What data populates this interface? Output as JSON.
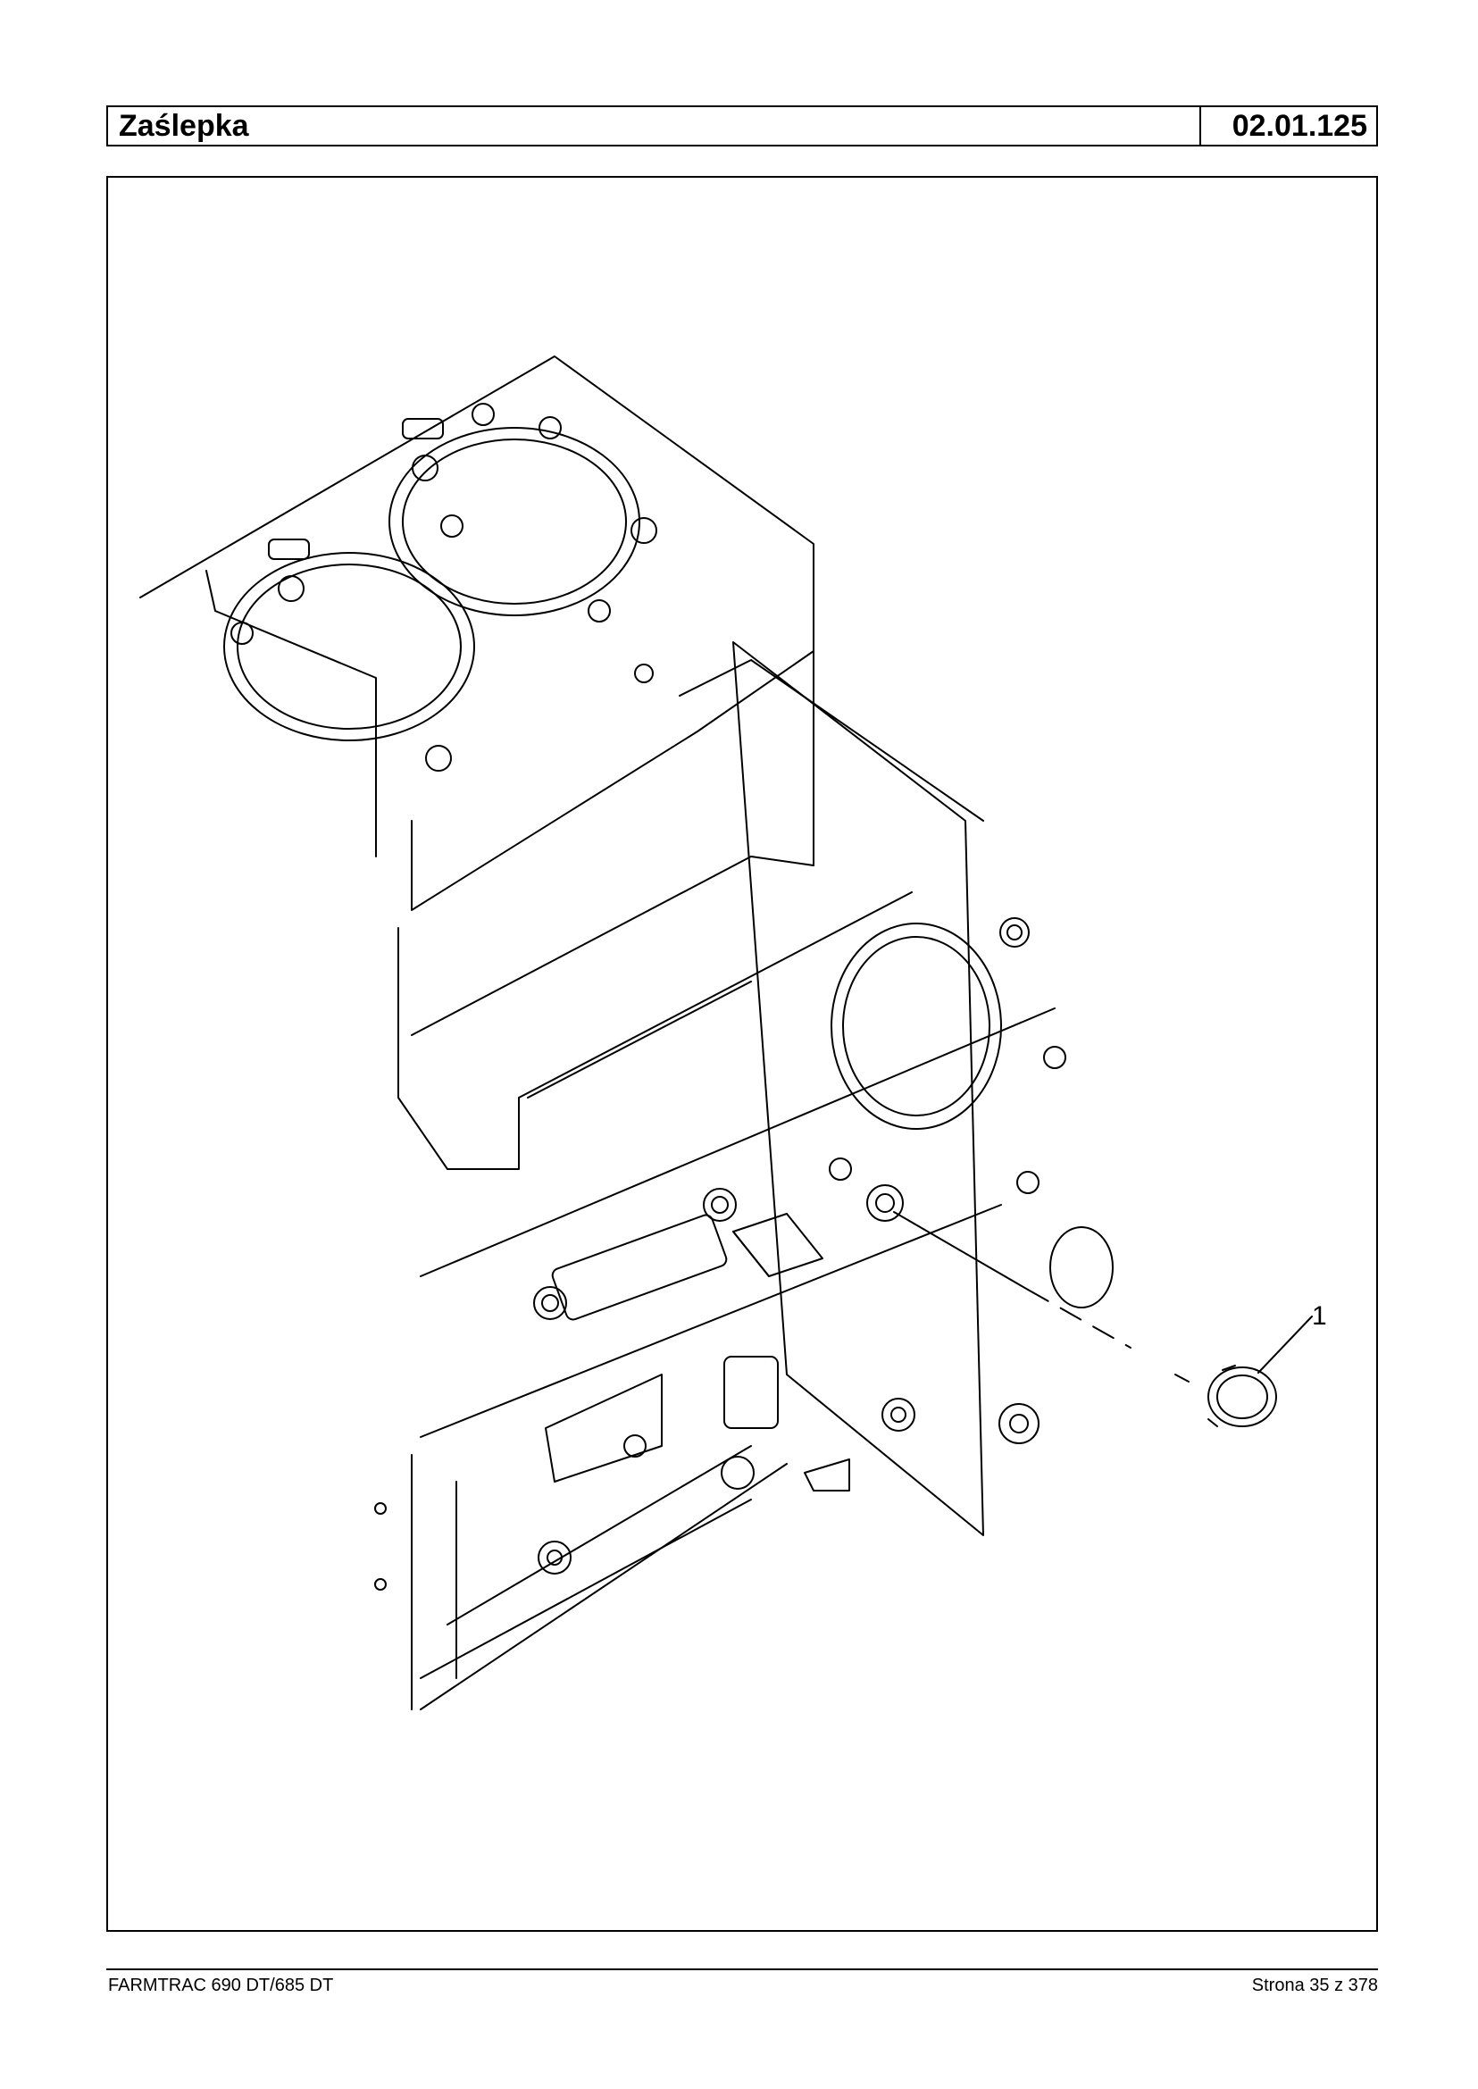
{
  "header": {
    "title": "Zaślepka",
    "code": "02.01.125"
  },
  "drawing": {
    "callouts": [
      {
        "label": "1"
      }
    ]
  },
  "footer": {
    "model": "FARMTRAC 690 DT/685 DT",
    "page": "Strona 35 z 378"
  }
}
